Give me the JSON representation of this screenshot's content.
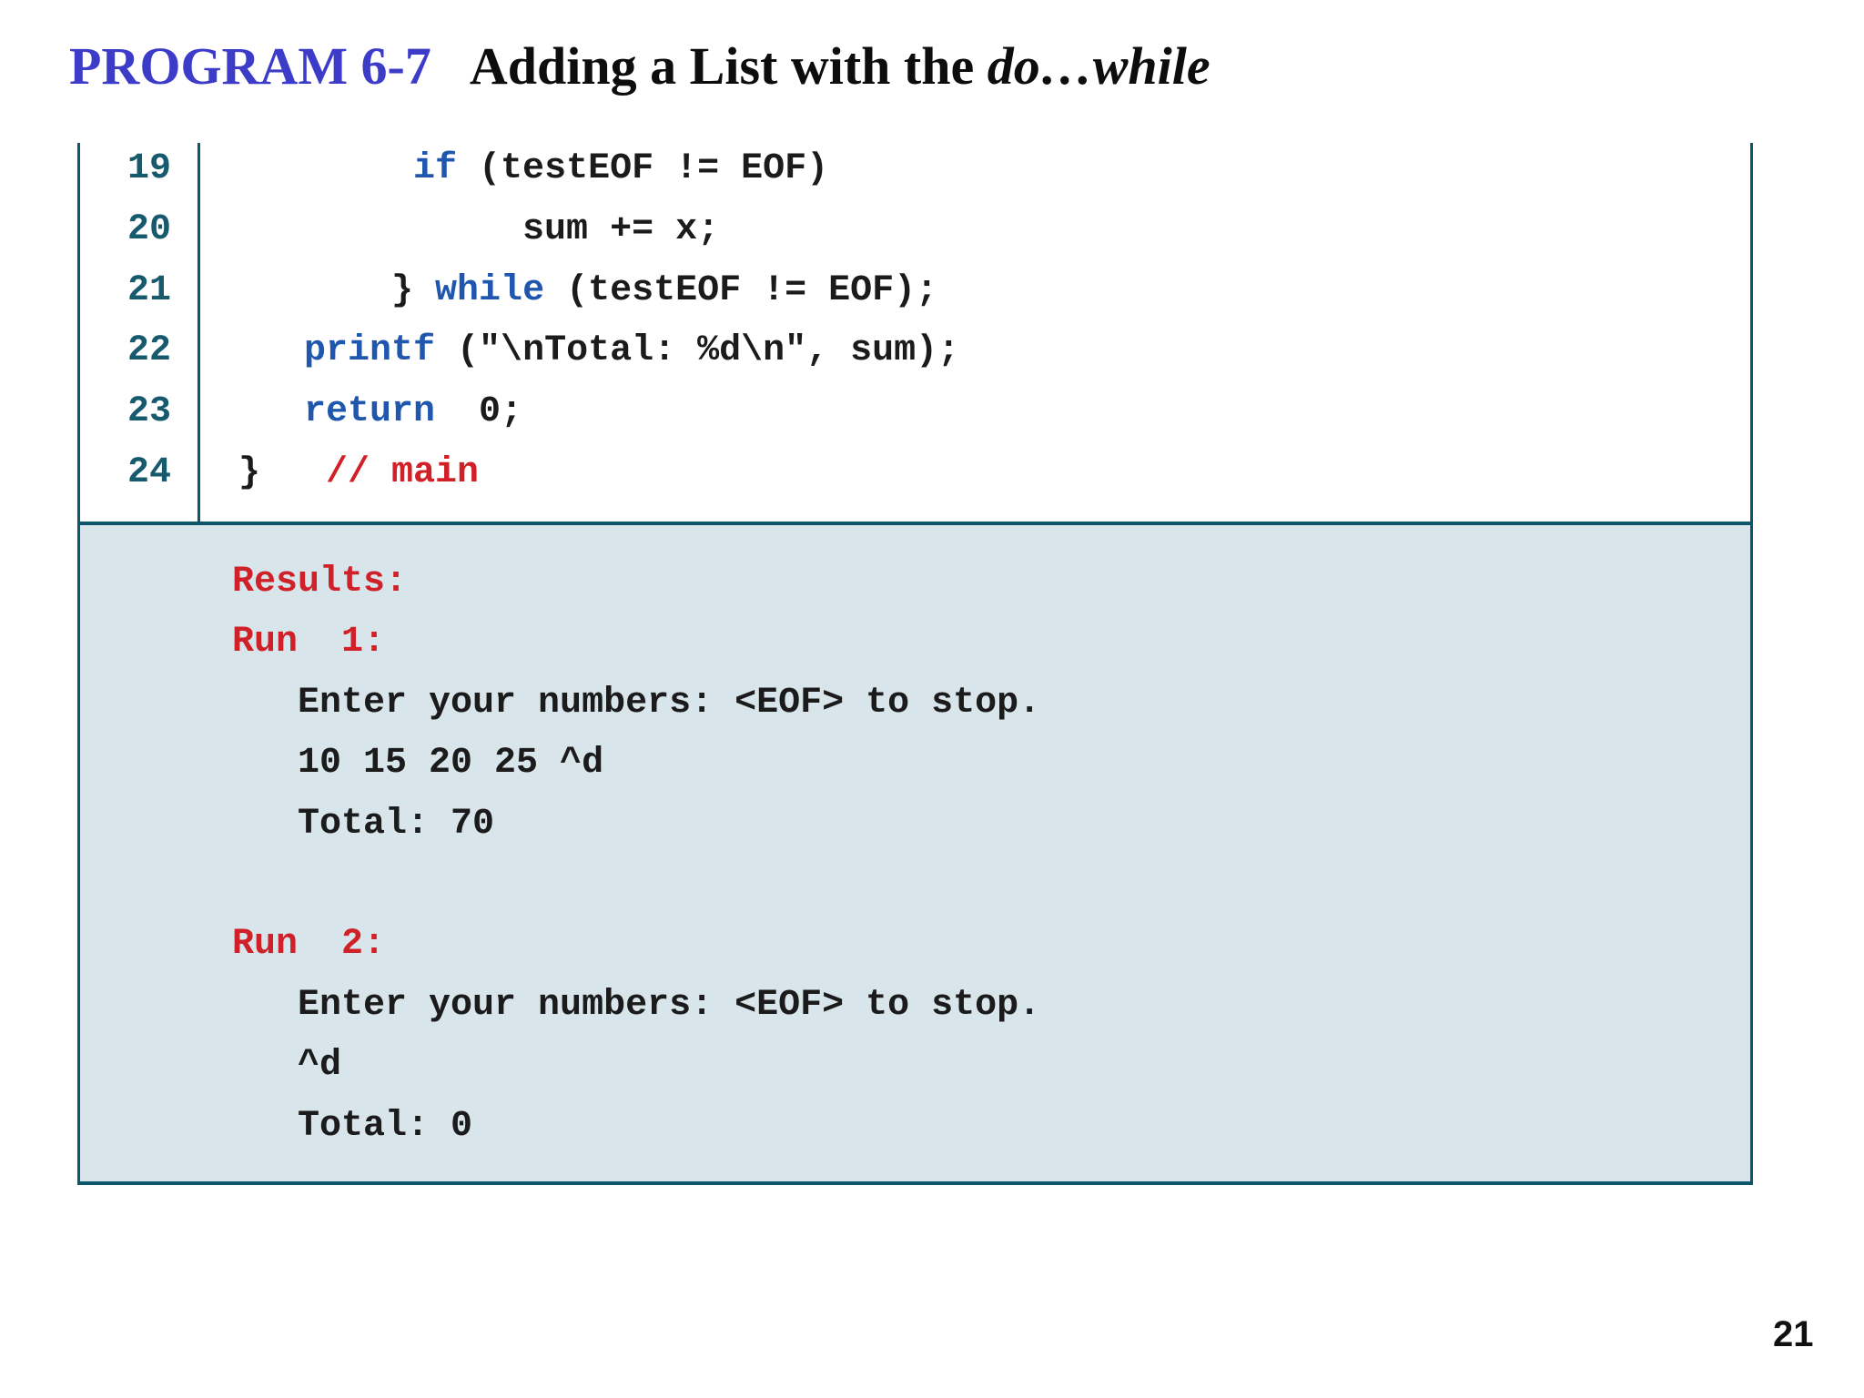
{
  "title": {
    "program_label": "PROGRAM 6-7",
    "main_text": "Adding a List with the ",
    "italic_text": "do…while"
  },
  "code_listing": {
    "lines": [
      {
        "number": "19",
        "segments": [
          {
            "text": "        ",
            "style": "plain"
          },
          {
            "text": "if",
            "style": "keyword"
          },
          {
            "text": " (testEOF != EOF)",
            "style": "plain"
          }
        ]
      },
      {
        "number": "20",
        "segments": [
          {
            "text": "             sum += x;",
            "style": "plain"
          }
        ]
      },
      {
        "number": "21",
        "segments": [
          {
            "text": "       } ",
            "style": "plain"
          },
          {
            "text": "while",
            "style": "keyword"
          },
          {
            "text": " (testEOF != EOF);",
            "style": "plain"
          }
        ]
      },
      {
        "number": "22",
        "segments": [
          {
            "text": "   ",
            "style": "plain"
          },
          {
            "text": "printf",
            "style": "keyword"
          },
          {
            "text": " (\"\\nTotal: %d\\n\", sum);",
            "style": "plain"
          }
        ]
      },
      {
        "number": "23",
        "segments": [
          {
            "text": "   ",
            "style": "plain"
          },
          {
            "text": "return",
            "style": "keyword"
          },
          {
            "text": "  0;",
            "style": "plain"
          }
        ]
      },
      {
        "number": "24",
        "segments": [
          {
            "text": "}   ",
            "style": "plain"
          },
          {
            "text": "// main",
            "style": "comment"
          }
        ]
      }
    ]
  },
  "results_panel": {
    "lines": [
      {
        "text": "Results:",
        "style": "label"
      },
      {
        "text": "Run  1:",
        "style": "label"
      },
      {
        "text": "   Enter your numbers: <EOF> to stop.",
        "style": "output"
      },
      {
        "text": "   10 15 20 25 ^d",
        "style": "output"
      },
      {
        "text": "   Total: 70",
        "style": "output"
      },
      {
        "text": "",
        "style": "output"
      },
      {
        "text": "Run  2:",
        "style": "label"
      },
      {
        "text": "   Enter your numbers: <EOF> to stop.",
        "style": "output"
      },
      {
        "text": "   ^d",
        "style": "output"
      },
      {
        "text": "   Total: 0",
        "style": "output"
      }
    ]
  },
  "page_number": "21",
  "colors": {
    "title_blue": "#3c3cc8",
    "title_black": "#0d0d0d",
    "rule_teal": "#0d566b",
    "number_teal": "#17596d",
    "keyword_blue": "#1f57ae",
    "comment_red": "#d02028",
    "code_black": "#1b1b1b",
    "panel_fill": "#d8e5eb"
  }
}
